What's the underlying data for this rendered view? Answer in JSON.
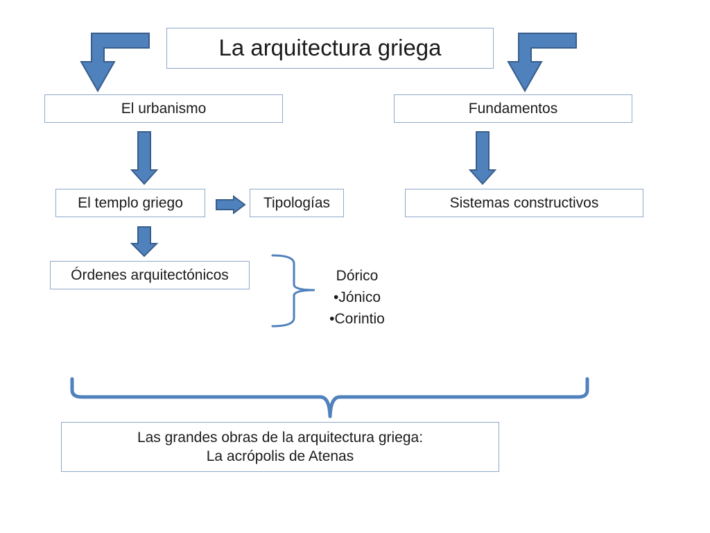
{
  "title": "La arquitectura griega",
  "branches": {
    "urbanismo": "El urbanismo",
    "fundamentos": "Fundamentos"
  },
  "nodes": {
    "templo": "El templo griego",
    "tipologias": "Tipologías",
    "sistemas": "Sistemas constructivos",
    "ordenes": "Órdenes arquitectónicos"
  },
  "orders": [
    " Dórico",
    "•Jónico",
    "•Corintio"
  ],
  "bottom": {
    "line1": "Las grandes obras de la arquitectura griega:",
    "line2": "La acrópolis de Atenas"
  },
  "colors": {
    "arrow_fill": "#4f81bd",
    "arrow_stroke": "#385d8a",
    "box_border": "#8fa7c9"
  }
}
